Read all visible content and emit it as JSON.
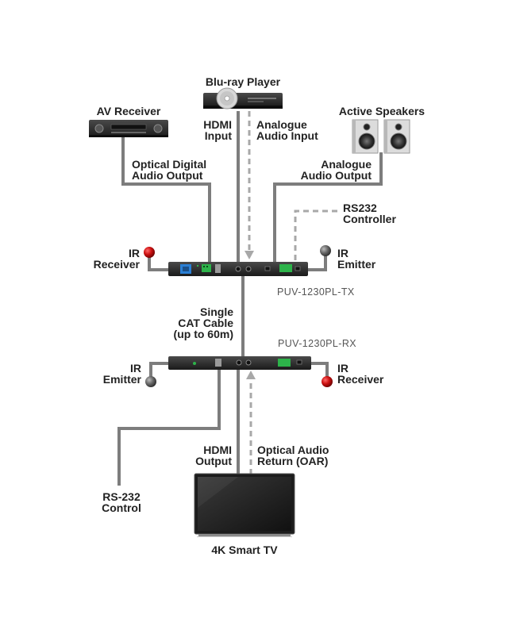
{
  "labels": {
    "blu_ray_player": "Blu-ray Player",
    "av_receiver": "AV Receiver",
    "active_speakers": "Active Speakers",
    "hdmi_input": [
      "HDMI",
      "Input"
    ],
    "analogue_audio_input": [
      "Analogue",
      "Audio Input"
    ],
    "optical_digital_audio_output": [
      "Optical Digital",
      "Audio Output"
    ],
    "analogue_audio_output": [
      "Analogue",
      "Audio Output"
    ],
    "rs232_controller": [
      "RS232",
      "Controller"
    ],
    "ir_receiver_tx": [
      "IR",
      "Receiver"
    ],
    "ir_emitter_tx": [
      "IR",
      "Emitter"
    ],
    "tx_model": "PUV-1230PL-TX",
    "single_cat_cable": [
      "Single",
      "CAT Cable",
      "(up to 60m)"
    ],
    "rx_model": "PUV-1230PL-RX",
    "ir_emitter_rx": [
      "IR",
      "Emitter"
    ],
    "ir_receiver_rx": [
      "IR",
      "Receiver"
    ],
    "hdmi_output": [
      "HDMI",
      "Output"
    ],
    "optical_audio_return": [
      "Optical Audio",
      "Return (OAR)"
    ],
    "rs232_control": [
      "RS-232",
      "Control"
    ],
    "smart_tv": "4K Smart TV"
  },
  "colors": {
    "cable": "#7d7d7d",
    "dashed": "#a8a8a8",
    "device": "#2a2a2a",
    "ir_red": "#cc1111",
    "ir_grey": "#6a6a6a",
    "terminal_green": "#2db34a",
    "port_blue": "#2a7fd4"
  }
}
